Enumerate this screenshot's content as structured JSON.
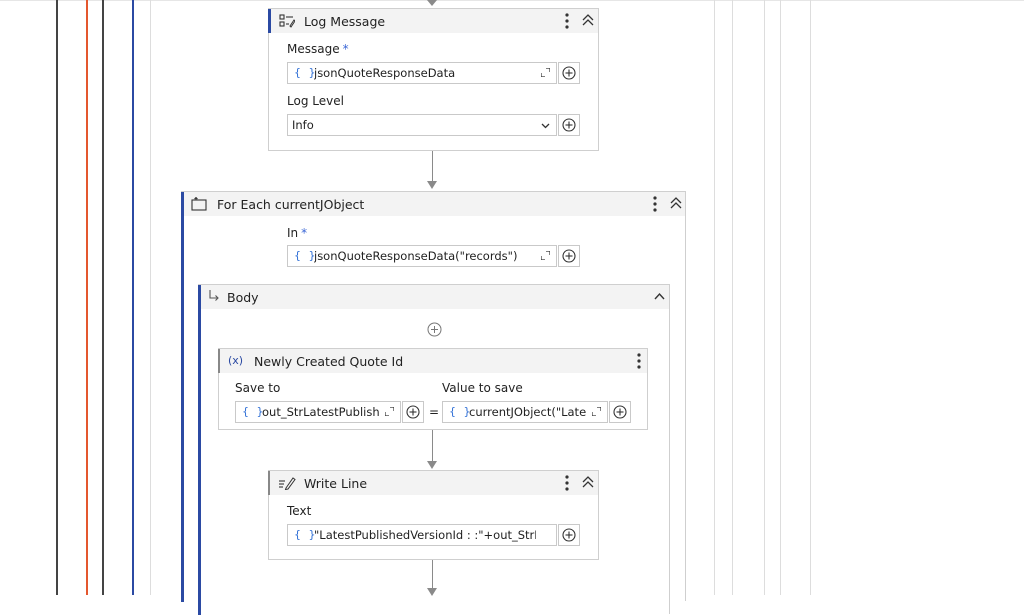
{
  "log_message": {
    "title": "Log Message",
    "message_label": "Message",
    "required_mark": "*",
    "message_value": "jsonQuoteResponseData",
    "log_level_label": "Log Level",
    "log_level_value": "Info"
  },
  "for_each": {
    "title": "For Each currentJObject",
    "in_label": "In",
    "required_mark": "*",
    "in_value": "jsonQuoteResponseData(\"records\")"
  },
  "body": {
    "title": "Body"
  },
  "assign": {
    "icon_text": "(x)",
    "title": "Newly Created Quote Id",
    "save_to_label": "Save to",
    "save_to_value": "out_StrLatestPublishec",
    "equals": "=",
    "value_label": "Value to save",
    "value_value": "currentJObject(\"Latest"
  },
  "write_line": {
    "title": "Write Line",
    "text_label": "Text",
    "text_value": "\"LatestPublishedVersionId  : :\"+out_StrLate"
  },
  "field_prefix": "{ }",
  "colors": {
    "accent_blue": "#2b4aa3",
    "left_orange": "#e4572e",
    "curly_blue": "#2f6fd6"
  },
  "icons": {
    "log": "log-message-icon",
    "foreach": "for-each-icon",
    "body": "body-arrow-icon",
    "write": "write-line-icon",
    "more": "more-vertical-icon",
    "collapse": "collapse-icon",
    "expand": "expand-field-icon",
    "add": "add-circle-icon"
  }
}
